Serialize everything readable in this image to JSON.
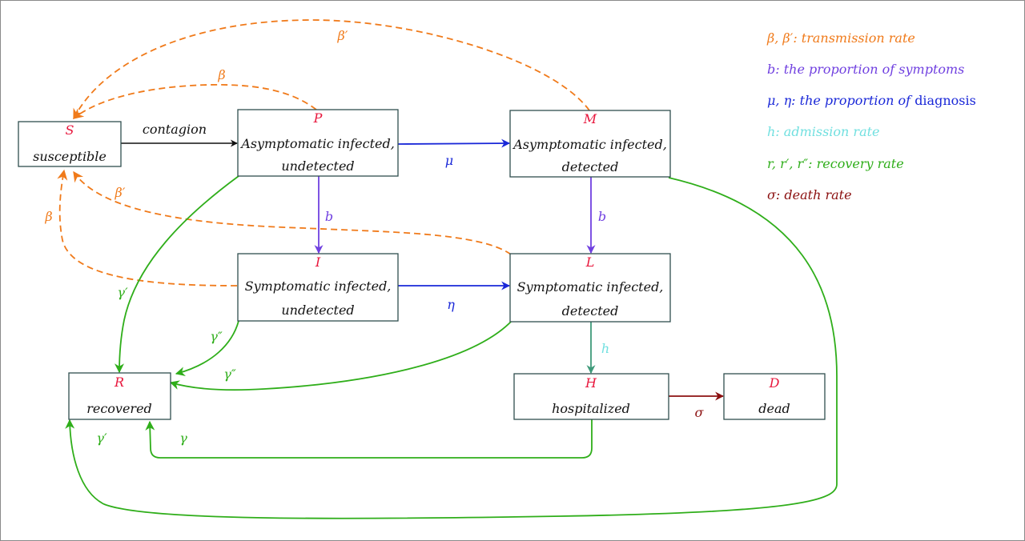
{
  "colors": {
    "orange": "#f07a1a",
    "purple": "#7040e0",
    "blue": "#1a28d8",
    "cyan": "#72e0e0",
    "green": "#2fae1a",
    "darkred": "#8b1010",
    "teal": "#3f9a7a",
    "black": "#111111",
    "red": "#e8173d"
  },
  "nodes": {
    "S": {
      "symbol": "S",
      "label": "susceptible"
    },
    "P": {
      "symbol": "P",
      "label1": "Asymptomatic infected,",
      "label2": "undetected"
    },
    "M": {
      "symbol": "M",
      "label1": "Asymptomatic infected,",
      "label2": "detected"
    },
    "I": {
      "symbol": "I",
      "label1": "Symptomatic infected,",
      "label2": "undetected"
    },
    "L": {
      "symbol": "L",
      "label1": "Symptomatic infected,",
      "label2": "detected"
    },
    "R": {
      "symbol": "R",
      "label": "recovered"
    },
    "H": {
      "symbol": "H",
      "label": "hospitalized"
    },
    "D": {
      "symbol": "D",
      "label": "dead"
    }
  },
  "edges": {
    "contagion": "contagion",
    "beta": "β",
    "beta_prime": "β′",
    "mu": "μ",
    "eta": "η",
    "b": "b",
    "h": "h",
    "sigma": "σ",
    "gamma": "γ",
    "gamma_prime": "γ′",
    "gamma_dprime": "γ″"
  },
  "legend": {
    "transmission": {
      "sym": "β, β′",
      "text": ": transmission rate"
    },
    "symptoms": {
      "sym": "b",
      "text": ": the proportion of symptoms"
    },
    "diagnosis": {
      "sym": "μ, η",
      "text": ": the proportion of ",
      "word": "diagnosis"
    },
    "admission": {
      "sym": "h",
      "text": ": admission rate"
    },
    "recovery": {
      "sym": "r, r′, r″",
      "text": ": recovery rate"
    },
    "death": {
      "sym": "σ",
      "text": ": death rate"
    }
  }
}
